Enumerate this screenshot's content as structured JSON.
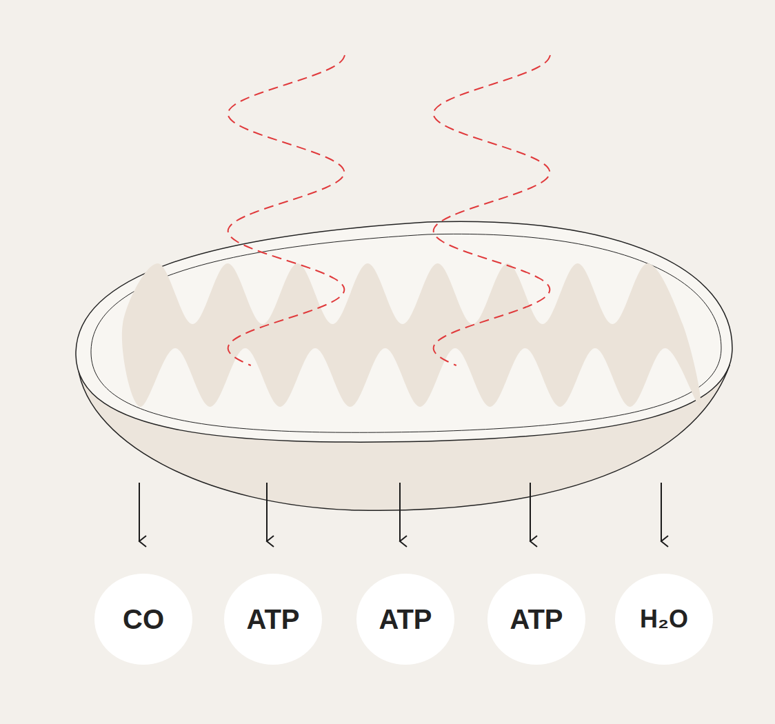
{
  "diagram": {
    "nodes": [
      {
        "text": [
          "CO"
        ]
      },
      {
        "text": [
          "ATP"
        ]
      },
      {
        "text": [
          "ATP"
        ]
      },
      {
        "text": [
          "ATP"
        ]
      },
      {
        "text": [
          "H₂O"
        ]
      }
    ]
  }
}
